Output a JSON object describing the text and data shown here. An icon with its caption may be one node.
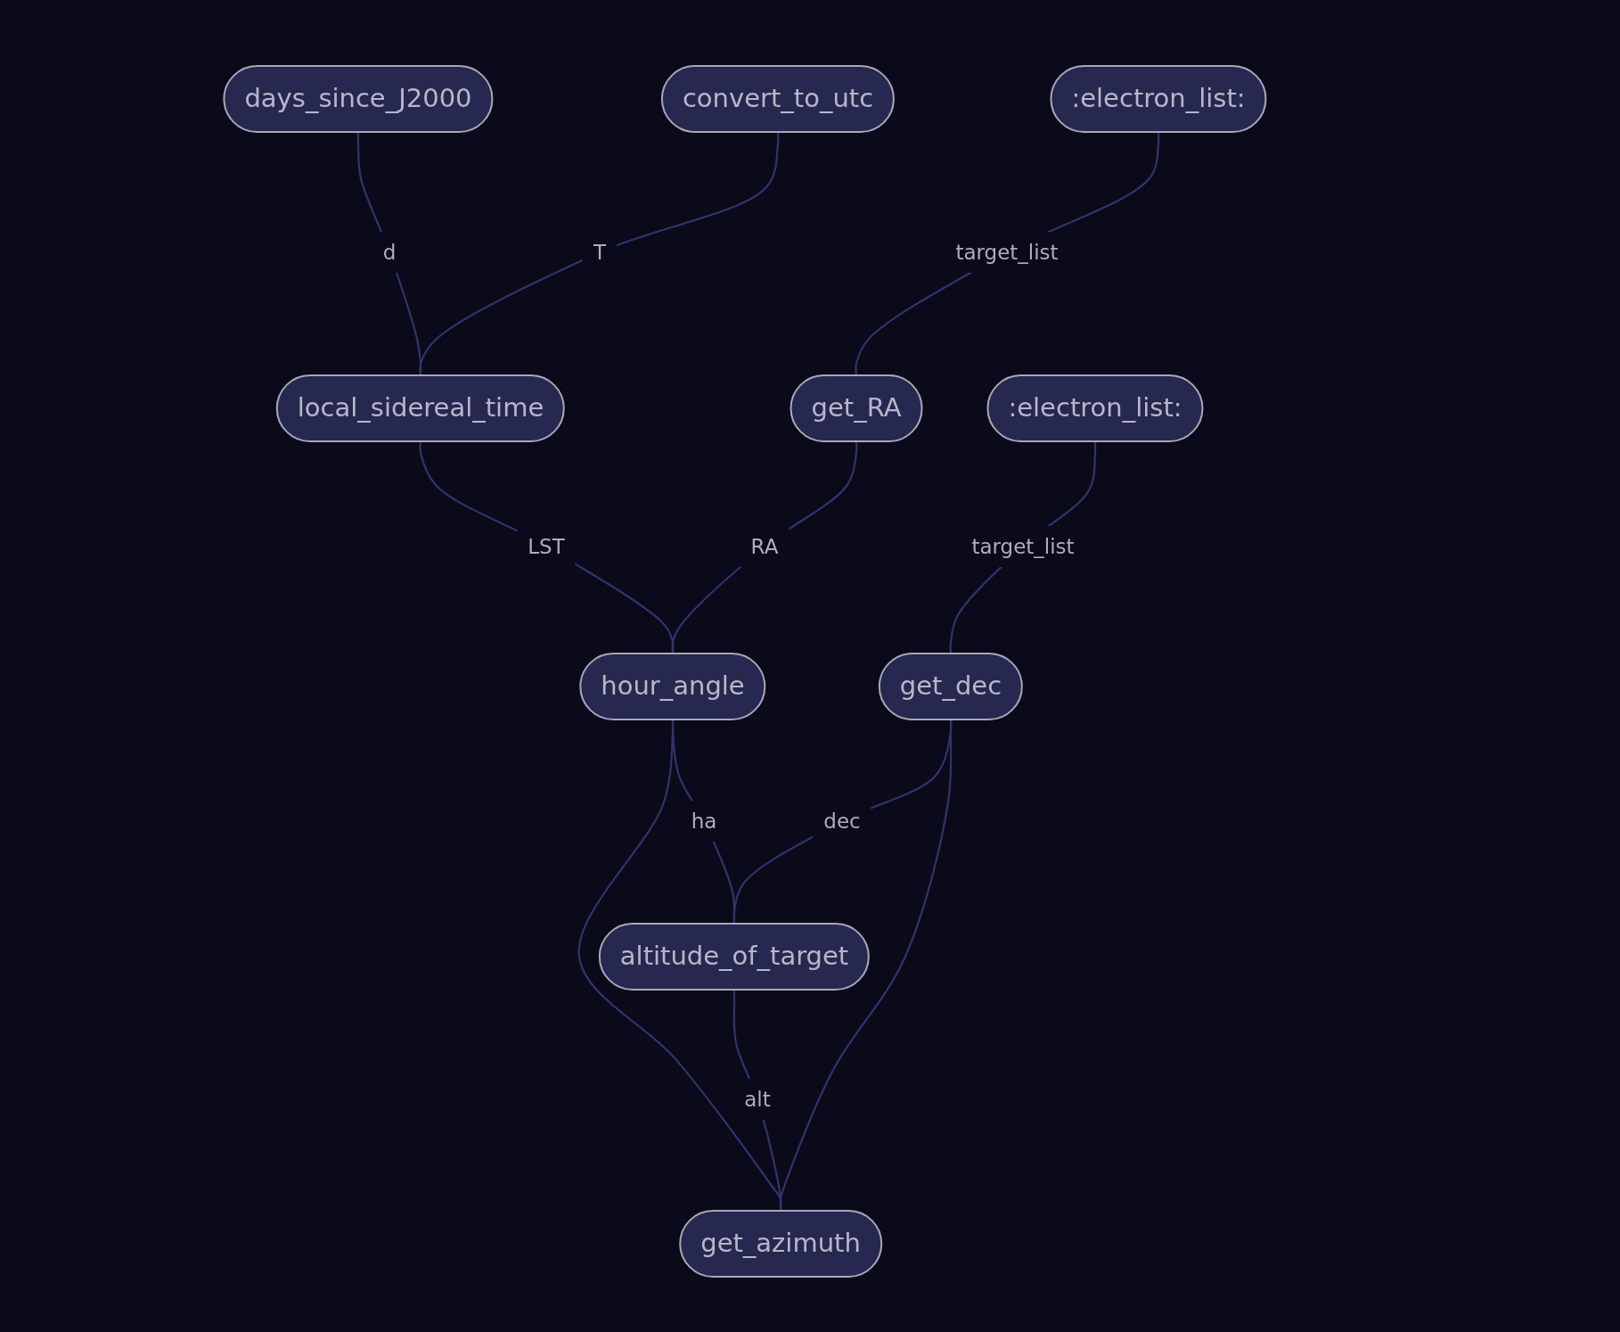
{
  "diagram": {
    "nodes": [
      {
        "text": [
          "days_since_J2000"
        ]
      },
      {
        "text": [
          "convert_to_utc"
        ]
      },
      {
        "text": [
          ":electron_list:"
        ]
      },
      {
        "text": [
          "local_sidereal_time"
        ]
      },
      {
        "text": [
          "get_RA"
        ]
      },
      {
        "text": [
          ":electron_list:"
        ]
      },
      {
        "text": [
          "hour_angle"
        ]
      },
      {
        "text": [
          "get_dec"
        ]
      },
      {
        "text": [
          "altitude_of_target"
        ]
      },
      {
        "text": [
          "get_azimuth"
        ]
      }
    ],
    "edges": [
      {
        "from": 0,
        "to": 3,
        "arrow": "none",
        "label": "d"
      },
      {
        "from": 1,
        "to": 3,
        "arrow": "none",
        "label": "T"
      },
      {
        "from": 2,
        "to": 4,
        "arrow": "none",
        "label": "target_list"
      },
      {
        "from": 3,
        "to": 6,
        "arrow": "none",
        "label": "LST"
      },
      {
        "from": 4,
        "to": 6,
        "arrow": "none",
        "label": "RA"
      },
      {
        "from": 5,
        "to": 7,
        "arrow": "none",
        "label": "target_list"
      },
      {
        "from": 6,
        "to": 8,
        "arrow": "none",
        "label": "ha"
      },
      {
        "from": 7,
        "to": 8,
        "arrow": "none",
        "label": "dec"
      },
      {
        "from": 6,
        "to": 9,
        "arrow": "none"
      },
      {
        "from": 7,
        "to": 9,
        "arrow": "none"
      },
      {
        "from": 8,
        "to": 9,
        "arrow": "none",
        "label": "alt"
      }
    ]
  }
}
